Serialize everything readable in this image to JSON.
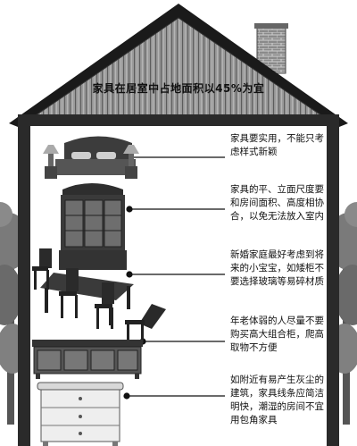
{
  "title": "家具在居室中占地面积以45%为宜",
  "tips": [
    "家具要实用，不能只考虑样式新颖",
    "家具的平、立面尺度要和房间面积、高度相协合，以免无法放入室内",
    "新婚家庭最好考虑到将来的小宝宝，如矮柜不要选择玻璃等易碎材质",
    "年老体弱的人尽量不要购买高大组合柜，爬高取物不方便",
    "如附近有易产生灰尘的建筑，家具线条应简洁明快，潮湿的房间不宜用包角家具"
  ]
}
